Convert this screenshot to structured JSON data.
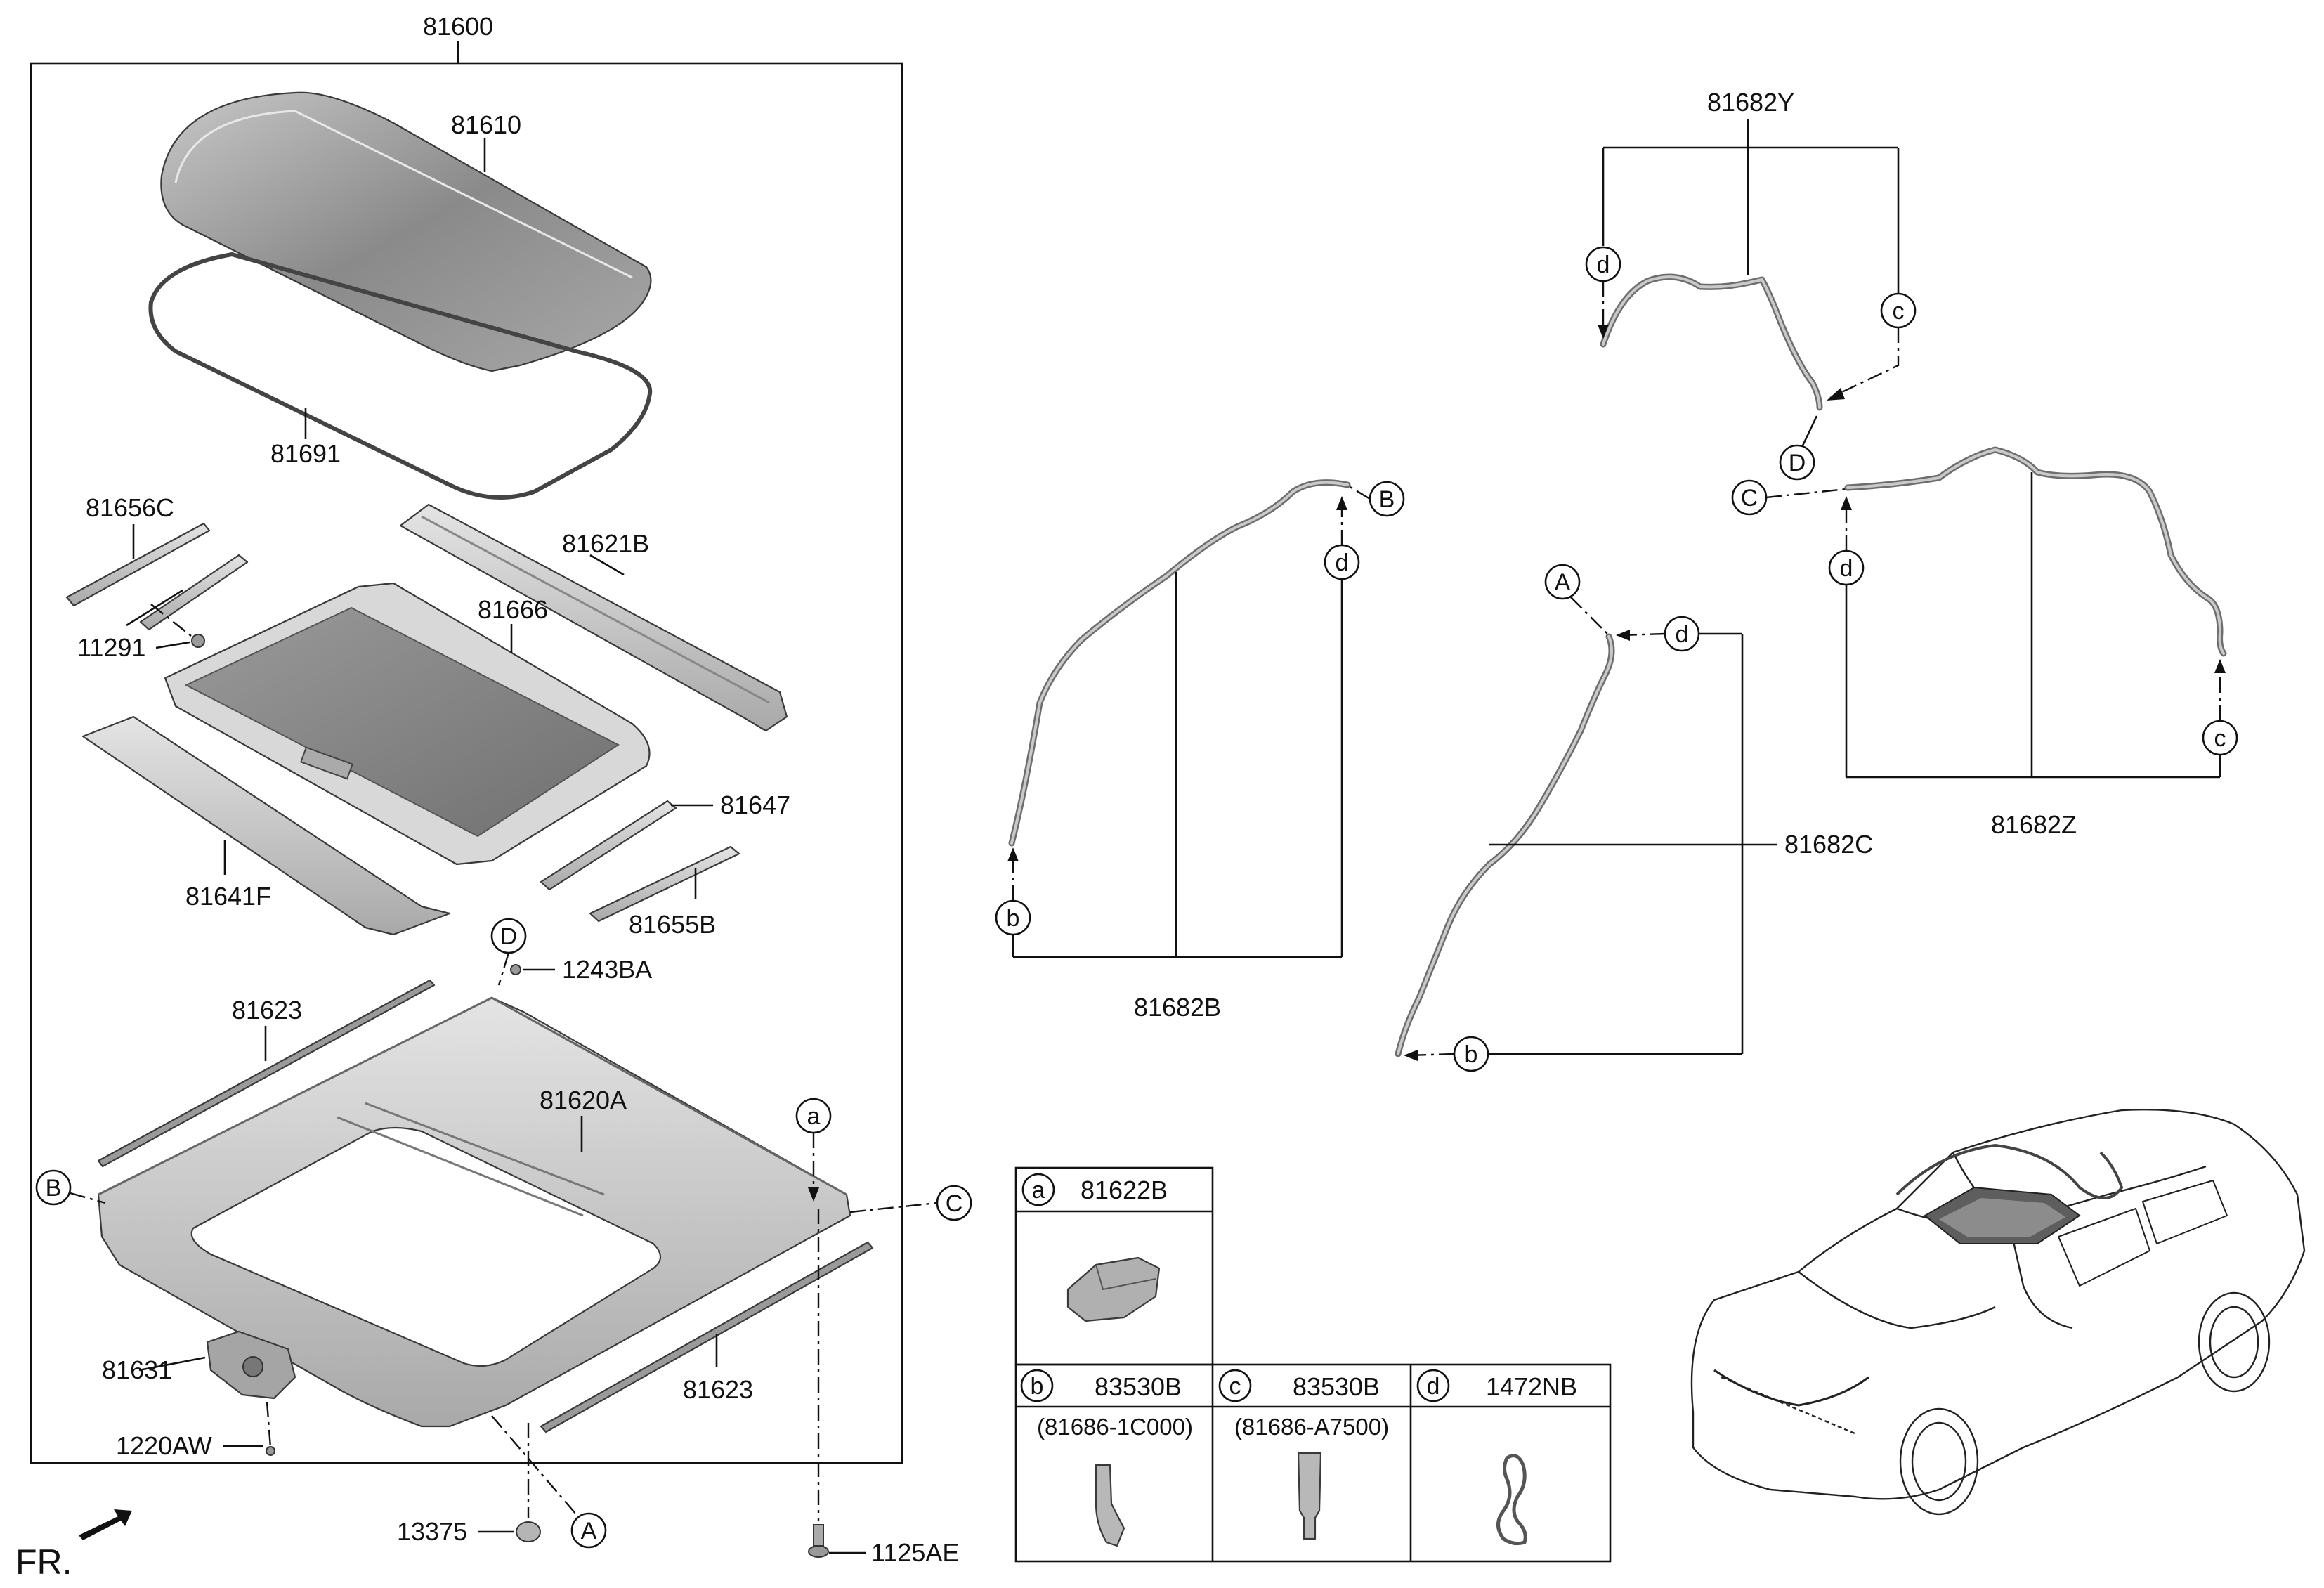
{
  "labels": {
    "assembly": "81600",
    "glass": "81610",
    "glass_seal": "81691",
    "rail_left": "81656C",
    "screw_small": "11291",
    "deflector": "81621B",
    "sunshade": "81666",
    "rail_right_a": "81647",
    "rail_right_b": "81655B",
    "trim_front": "81641F",
    "bolt_top": "1243BA",
    "strip_left": "81623",
    "frame": "81620A",
    "strip_right": "81623",
    "motor": "81631",
    "motor_bolt": "1220AW",
    "nut": "13375",
    "bolt_bottom": "1125AE",
    "hose_y": "81682Y",
    "hose_b": "81682B",
    "hose_c": "81682C",
    "hose_z": "81682Z",
    "front": "FR."
  },
  "markers": {
    "upper_a": "A",
    "upper_b": "B",
    "upper_c": "C",
    "upper_d": "D",
    "lower_a": "a",
    "lower_b": "b",
    "lower_c": "c",
    "lower_d": "d"
  },
  "legend": {
    "a": {
      "letter": "a",
      "part": "81622B"
    },
    "b": {
      "letter": "b",
      "part": "83530B",
      "sub": "(81686-1C000)"
    },
    "c": {
      "letter": "c",
      "part": "83530B",
      "sub": "(81686-A7500)"
    },
    "d": {
      "letter": "d",
      "part": "1472NB"
    }
  },
  "colors": {
    "line": "#111111",
    "part_fill": "#bdbdbd",
    "glass_fill": "#8f8f8f",
    "hose": "#6d6d6d"
  }
}
